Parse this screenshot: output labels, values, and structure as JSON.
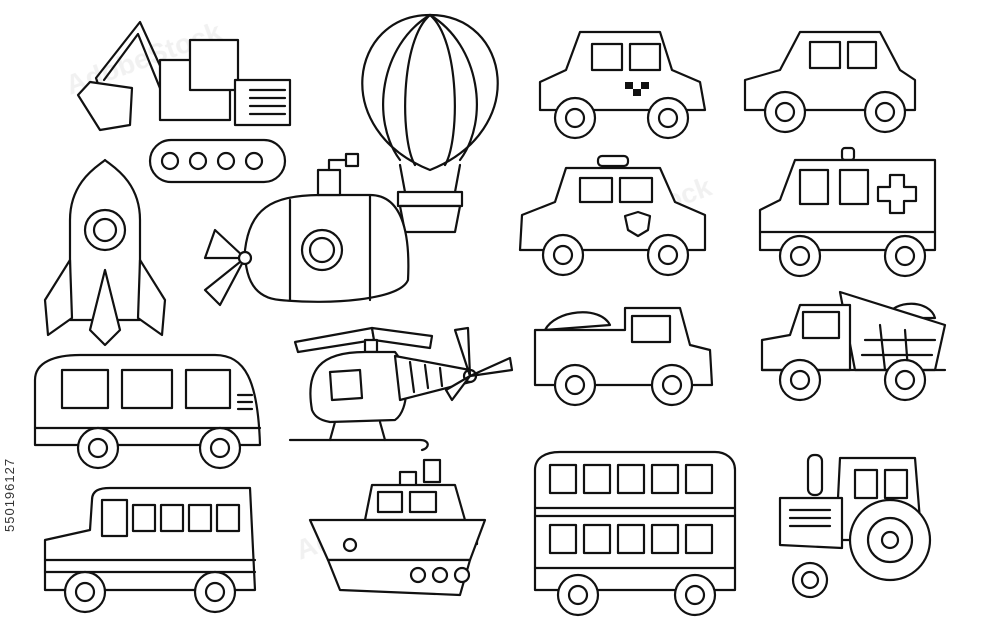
{
  "image": {
    "background": "#ffffff",
    "line_color": "#111111",
    "watermark_color": "#d8d8d8",
    "watermark_text": "AdobeStock",
    "side_id": "550196127"
  },
  "vehicles": [
    "excavator",
    "hot-air-balloon",
    "taxi",
    "car",
    "rocket",
    "submarine",
    "police-car",
    "ambulance",
    "helicopter",
    "pickup-truck",
    "dump-truck",
    "minibus",
    "school-bus",
    "ship",
    "double-decker-bus",
    "tractor"
  ]
}
